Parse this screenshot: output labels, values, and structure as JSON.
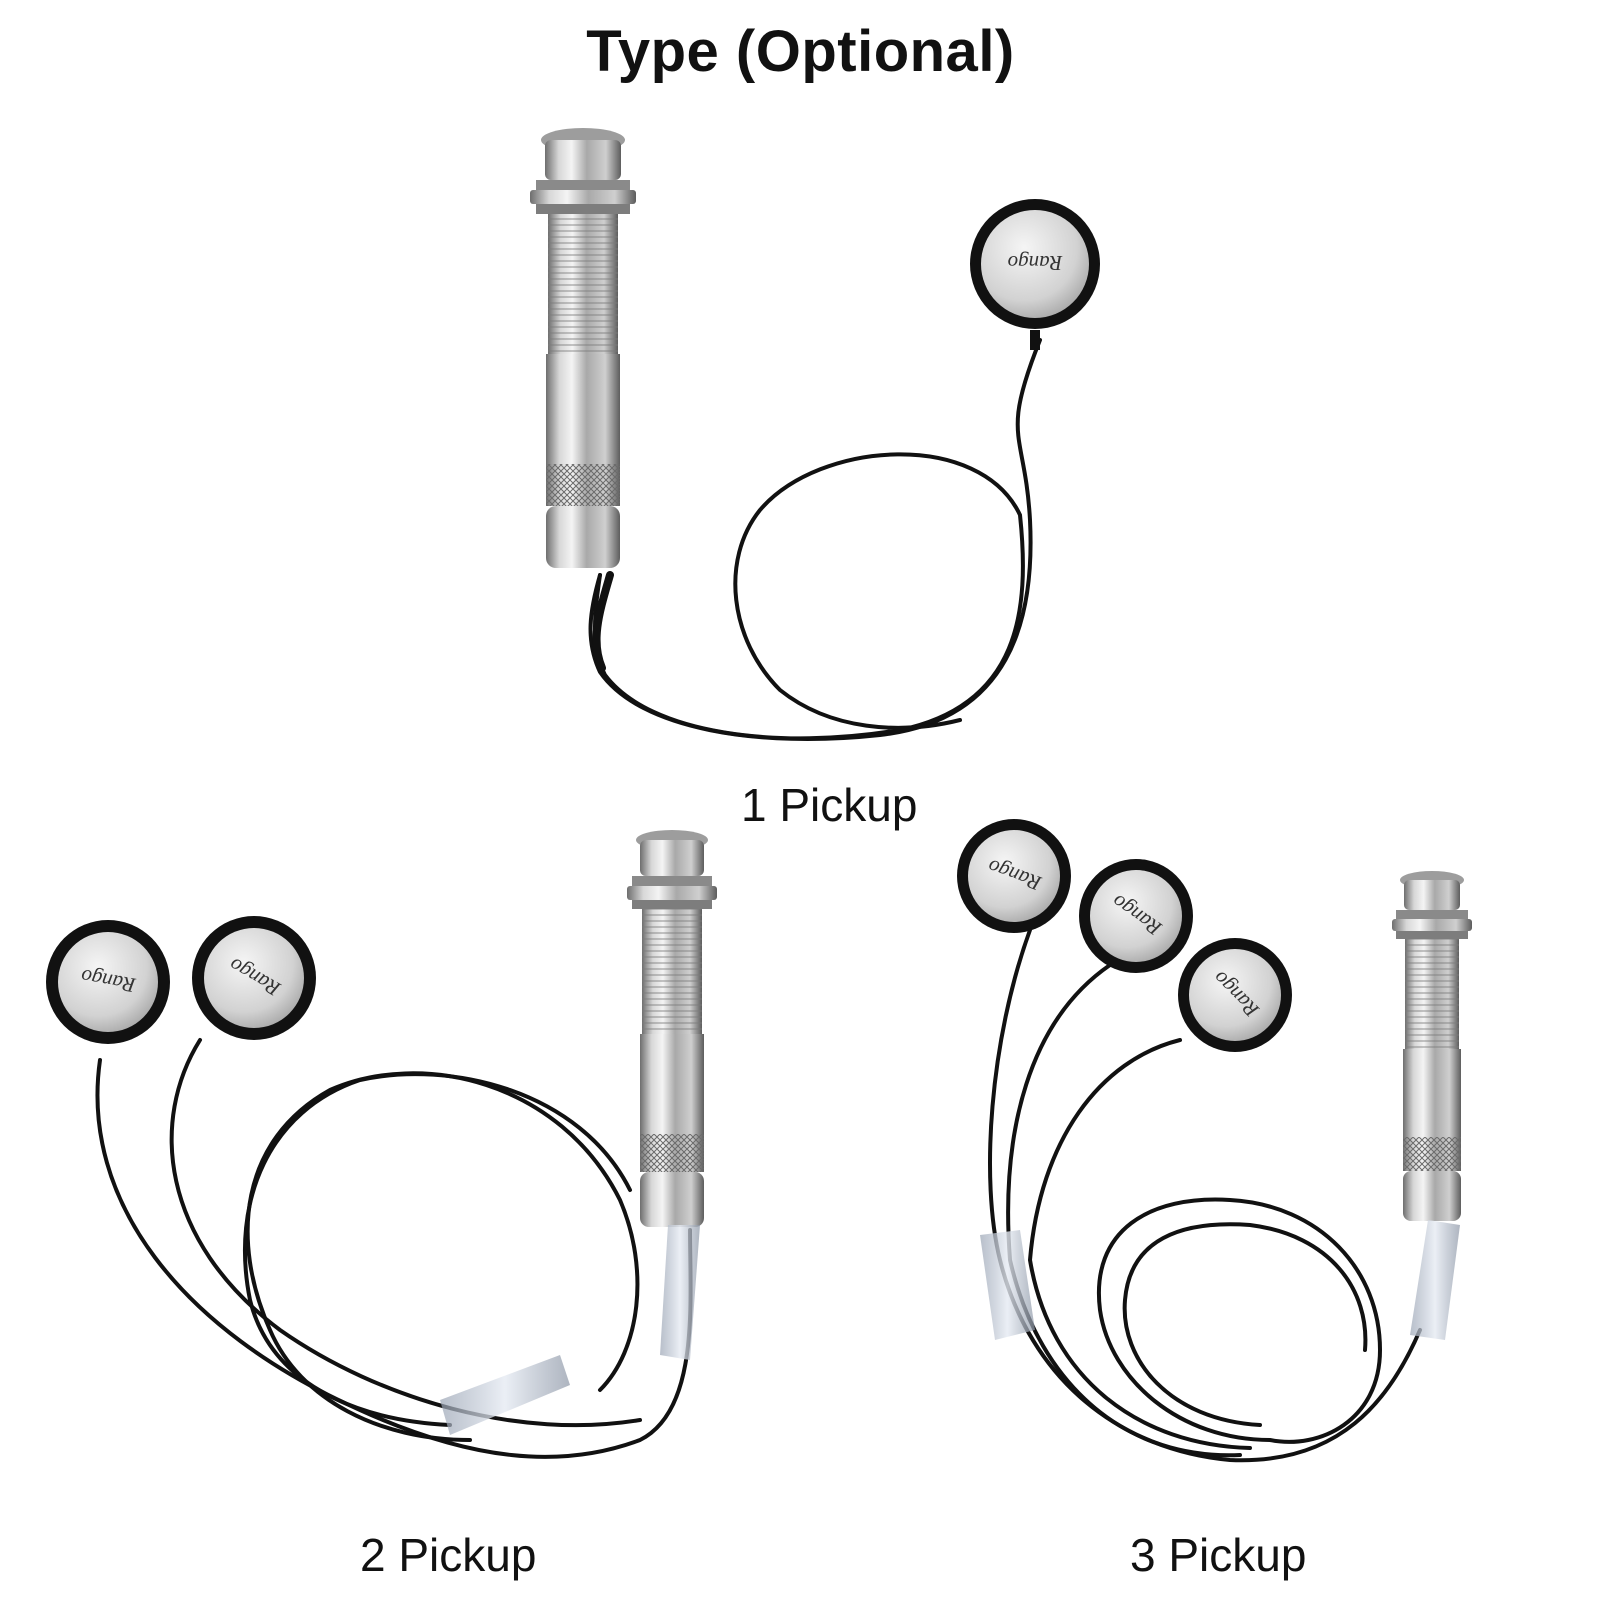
{
  "title": "Type (Optional)",
  "options": [
    {
      "label": "1 Pickup",
      "pickup_count": 1
    },
    {
      "label": "2 Pickup",
      "pickup_count": 2
    },
    {
      "label": "3 Pickup",
      "pickup_count": 3
    }
  ],
  "brand_text": "Rango",
  "colors": {
    "background": "#ffffff",
    "cable": "#111111",
    "chrome": "#b9b9b9",
    "pickup_face": "#d9d9d9"
  }
}
